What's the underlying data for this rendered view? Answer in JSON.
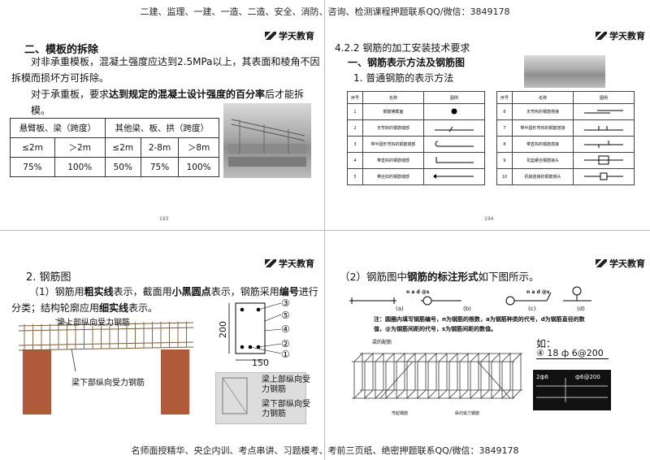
{
  "header_text": "二建、监理、一建、一造、二造、安全、消防、咨询、检测课程押题联系QQ/微信：3849178",
  "footer_text": "名师面授精华、央企内训、考点串讲、习题模考、考前三页纸、绝密押题联系QQ/微信：3849178",
  "brand": "学天教育",
  "slide1": {
    "title": "二、模板的拆除",
    "para1": "对非承重模板，混凝土强度应达到2.5MPa以上，其表面和棱角不因拆模而损坏方可拆除。",
    "para2_a": "对于承重板，要求",
    "para2_b": "达到规定的混凝土设计强度的百分率",
    "para2_c": "后才能拆模。",
    "table": {
      "group1": "悬臂板、梁（跨度）",
      "group2": "其他梁、板、拱（跨度）",
      "spans": [
        "≤2m",
        "＞2m",
        "≤2m",
        "2-8m",
        "＞8m"
      ],
      "values": [
        "75%",
        "100%",
        "50%",
        "75%",
        "100%"
      ]
    },
    "page_number": "193"
  },
  "slide2": {
    "title": "4.2.2 钢筋的加工安装技术要求",
    "subtitle": "一、钢筋表示方法及钢筋图",
    "item": "1. 普通钢筋的表示方法",
    "table_left": {
      "headers": [
        "序号",
        "名称",
        "图例"
      ],
      "rows": [
        {
          "no": "1",
          "name": "钢筋横截面"
        },
        {
          "no": "2",
          "name": "无弯钩的钢筋端部"
        },
        {
          "no": "3",
          "name": "带半圆形弯钩的钢筋端部"
        },
        {
          "no": "4",
          "name": "带直钩的钢筋端部"
        },
        {
          "no": "5",
          "name": "带丝扣的钢筋端部"
        }
      ]
    },
    "table_right": {
      "headers": [
        "序号",
        "名称",
        "图例"
      ],
      "rows": [
        {
          "no": "6",
          "name": "无弯钩的钢筋搭接"
        },
        {
          "no": "7",
          "name": "带半圆形弯钩的钢筋搭接"
        },
        {
          "no": "8",
          "name": "带直钩的钢筋搭接"
        },
        {
          "no": "9",
          "name": "花篮螺丝钢筋接头"
        },
        {
          "no": "10",
          "name": "机械连接的钢筋接头"
        }
      ]
    },
    "page_number": "194"
  },
  "slide3": {
    "title": "2. 钢筋图",
    "para_a": "（1）钢筋用",
    "para_b": "粗实线",
    "para_c": "表示，截面用",
    "para_d": "小黑圆点",
    "para_e": "表示，钢筋采用",
    "para_f": "编号",
    "para_g": "进行分类；结构轮廓应用",
    "para_h": "细实线",
    "para_i": "表示。",
    "label_top": "梁上部纵向受力钢筋",
    "label_bottom": "梁下部纵向受力钢筋",
    "dim_h": "200",
    "dim_w": "150",
    "markers": [
      "③",
      "⑤",
      "④",
      "②",
      "①"
    ],
    "small_label_top": "梁上部纵向受力钢筋",
    "small_label_bottom": "梁下部纵向受力钢筋"
  },
  "slide4": {
    "title_a": "（2）钢筋图中",
    "title_b": "钢筋的标注形式",
    "title_c": "如下图所示。",
    "variants": [
      "(a)",
      "(b)",
      "(c)",
      "(d)"
    ],
    "tag": "n a d @s",
    "note": "注：圆圈内填写钢筋编号，n为钢筋的根数，a为钢筋种类的代号，d为钢筋直径的数值，@为钢筋间距的代号，s为钢筋间距的数值。",
    "example_label": "如：",
    "example_num": "④",
    "example_text": "18 ф 6@200",
    "cage_labels": [
      "梁的配筋",
      "弯起钢筋",
      "纵向受力钢筋"
    ],
    "detail_text_1": "2ф6",
    "detail_text_2": "ф6@200"
  }
}
